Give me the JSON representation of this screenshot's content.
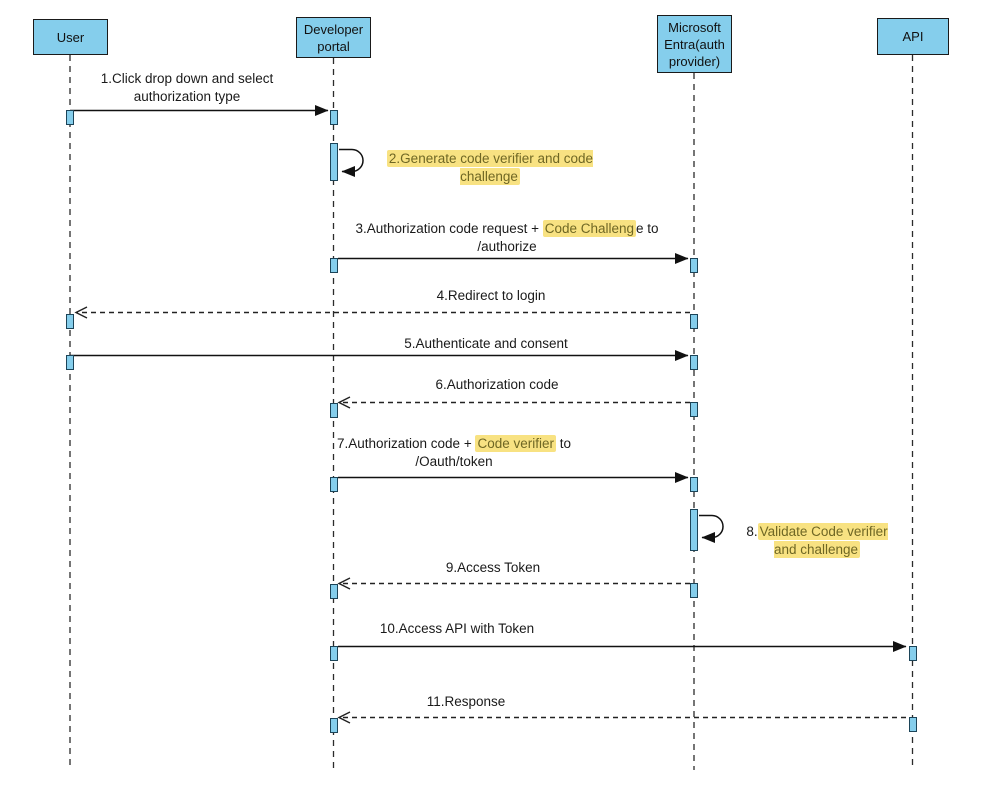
{
  "actors": [
    {
      "label": "User"
    },
    {
      "label": "Developer portal"
    },
    {
      "label": "Microsoft Entra(auth provider)"
    },
    {
      "label": "API"
    }
  ],
  "messages": {
    "m1": {
      "text": "1.Click drop down and select authorization type"
    },
    "m2": {
      "highlight": "2.Generate code verifier and code challenge"
    },
    "m3": {
      "pre": "3.Authorization code request + ",
      "highlight": "Code Challeng",
      "post": "e to /authorize"
    },
    "m4": {
      "text": "4.Redirect to login"
    },
    "m5": {
      "text": "5.Authenticate and consent"
    },
    "m6": {
      "text": "6.Authorization code"
    },
    "m7": {
      "pre": "7.Authorization code + ",
      "highlight": "Code verifier",
      "post": " to /Oauth/token"
    },
    "m8": {
      "pre": "8.",
      "highlight": "Validate Code verifier and challenge"
    },
    "m9": {
      "text": "9.Access Token"
    },
    "m10": {
      "text": "10.Access API with Token"
    },
    "m11": {
      "text": "11.Response"
    }
  },
  "colors": {
    "actor_fill": "#85CEEC",
    "highlight_bg": "#F8E282",
    "highlight_text": "#6F6724"
  }
}
